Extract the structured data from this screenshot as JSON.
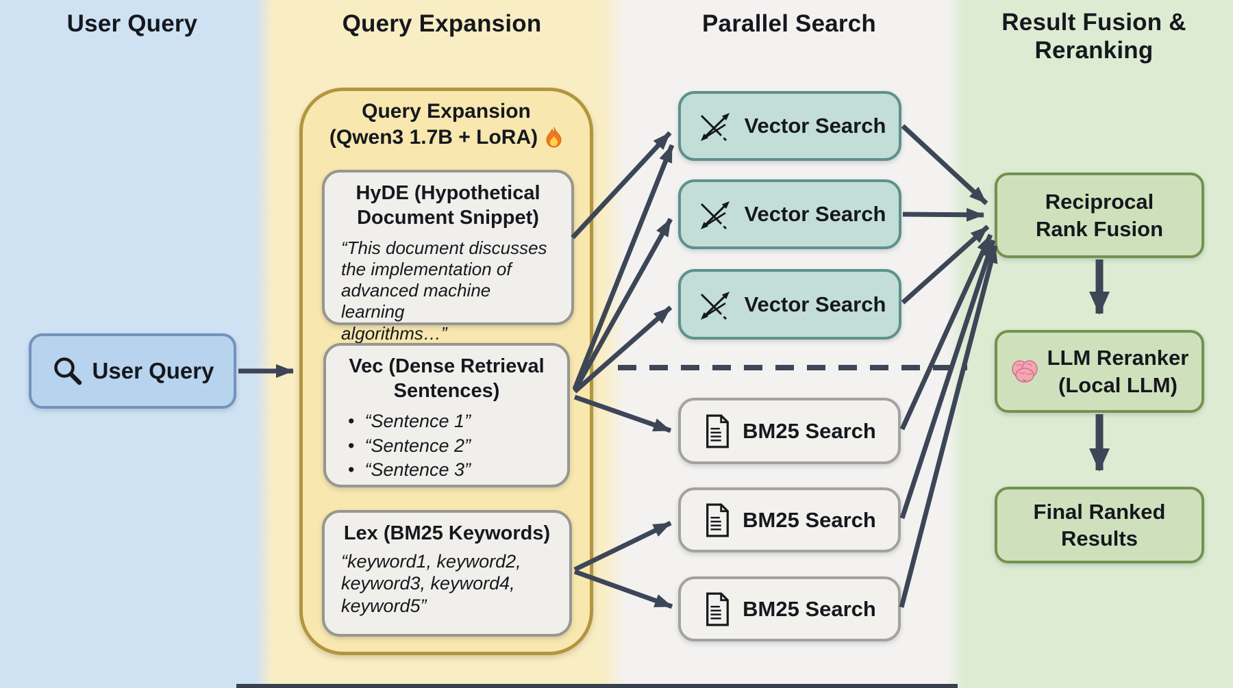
{
  "columns": [
    {
      "title": "User Query"
    },
    {
      "title": "Query Expansion"
    },
    {
      "title": "Parallel Search"
    },
    {
      "title": "Result Fusion &\nReranking"
    }
  ],
  "user_query": {
    "label": "User Query",
    "icon": "magnifier-icon"
  },
  "expansion": {
    "header_line1": "Query Expansion",
    "header_line2": "(Qwen3 1.7B + LoRA)",
    "header_icon": "fire-icon",
    "hyde": {
      "title": "HyDE (Hypothetical\nDocument Snippet)",
      "quote": "“This document discusses\nthe implementation of\nadvanced machine learning\nalgorithms…”"
    },
    "vec": {
      "title": "Vec (Dense Retrieval\nSentences)",
      "bullets": [
        "“Sentence 1”",
        "“Sentence 2”",
        "“Sentence 3”"
      ]
    },
    "lex": {
      "title": "Lex (BM25 Keywords)",
      "quote": "“keyword1, keyword2,\nkeyword3, keyword4,\nkeyword5”"
    }
  },
  "parallel_search": {
    "vector_boxes": [
      {
        "label": "Vector Search",
        "icon": "vector-arrows-icon"
      },
      {
        "label": "Vector Search",
        "icon": "vector-arrows-icon"
      },
      {
        "label": "Vector Search",
        "icon": "vector-arrows-icon"
      }
    ],
    "bm25_boxes": [
      {
        "label": "BM25 Search",
        "icon": "document-icon"
      },
      {
        "label": "BM25 Search",
        "icon": "document-icon"
      },
      {
        "label": "BM25 Search",
        "icon": "document-icon"
      }
    ]
  },
  "fusion": {
    "rrf_label": "Reciprocal\nRank Fusion",
    "reranker_label": "LLM Reranker\n(Local LLM)",
    "reranker_icon": "brain-icon",
    "final_label": "Final Ranked\nResults"
  },
  "colors": {
    "arrow": "#3c4657",
    "column_blue": "#cee2f4",
    "column_yellow": "#f9edc4",
    "column_white": "#f3f2f0",
    "column_green": "#dcebd2",
    "expansion_fill": "#f8e7ae",
    "expansion_border": "#b2953f",
    "snippet_fill": "#f0efec",
    "snippet_border": "#97968f",
    "vector_fill": "#c3ded7",
    "vector_border": "#5d918c",
    "bm25_fill": "#f2f1ee",
    "bm25_border": "#a3a2a0",
    "green_fill": "#cfe1bc",
    "green_border": "#72924e",
    "user_query_fill": "#b7d3ee",
    "user_query_border": "#7392bd"
  }
}
